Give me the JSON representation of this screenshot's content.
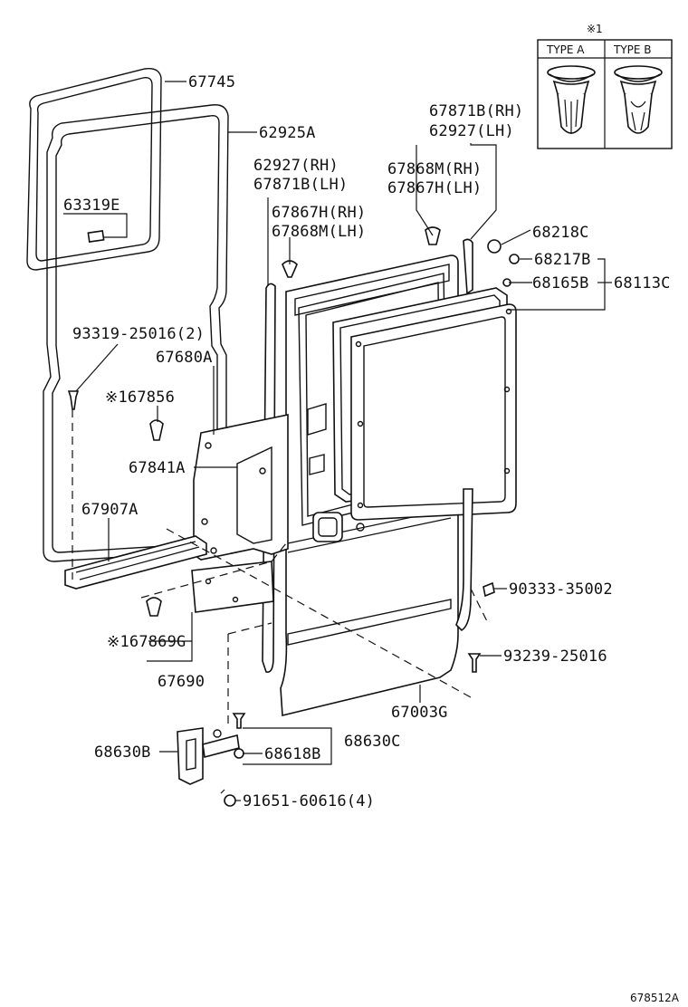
{
  "legend": {
    "note_mark": "※1",
    "type_a": "TYPE A",
    "type_b": "TYPE B"
  },
  "labels": {
    "p67745": "67745",
    "p62925a": "62925A",
    "p63319e": "63319E",
    "p67871b_rh": "67871B(RH)",
    "p62927_lh": "62927(LH)",
    "p62927_rh": "62927(RH)",
    "p67871b_lh": "67871B(LH)",
    "p67868m_rh": "67868M(RH)",
    "p67867h_lh": "67867H(LH)",
    "p67867h_rh": "67867H(RH)",
    "p67868m_lh": "67868M(LH)",
    "p68218c": "68218C",
    "p68217b": "68217B",
    "p68165b": "68165B",
    "p68113c": "68113C",
    "p93319": "93319-25016(2)",
    "p67680a": "67680A",
    "p67856": "※167856",
    "p67841a": "67841A",
    "p67907a": "67907A",
    "p90333": "90333-35002",
    "p93239": "93239-25016",
    "p67869g": "※167869G",
    "p67690": "67690",
    "p67003g": "67003G",
    "p68630b": "68630B",
    "p68618b": "68618B",
    "p68630c": "68630C",
    "p91651": "91651-60616(4)",
    "figure_code": "678512A"
  }
}
